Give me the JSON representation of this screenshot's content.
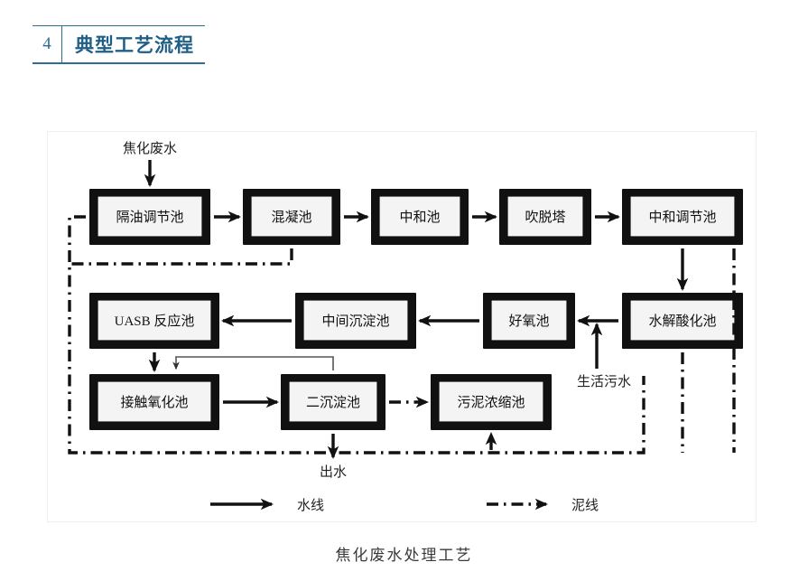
{
  "header": {
    "number": "4",
    "title": "典型工艺流程"
  },
  "figure": {
    "caption": "焦化废水处理工艺",
    "nodes": [
      {
        "id": "oil-separation-regulating-tank",
        "label": "隔油调节池"
      },
      {
        "id": "coagulation-tank",
        "label": "混凝池"
      },
      {
        "id": "neutralization-tank",
        "label": "中和池"
      },
      {
        "id": "stripping-tower",
        "label": "吹脱塔"
      },
      {
        "id": "neutralization-regulating-tank",
        "label": "中和调节池"
      },
      {
        "id": "hydrolysis-acidification-tank",
        "label": "水解酸化池"
      },
      {
        "id": "aerobic-tank",
        "label": "好氧池"
      },
      {
        "id": "intermediate-sedimentation-tank",
        "label": "中间沉淀池"
      },
      {
        "id": "uasb-reactor",
        "label": "UASB 反应池"
      },
      {
        "id": "contact-oxidation-tank",
        "label": "接触氧化池"
      },
      {
        "id": "secondary-sedimentation-tank",
        "label": "二沉淀池"
      },
      {
        "id": "sludge-thickening-tank",
        "label": "污泥浓缩池"
      }
    ],
    "free_labels": [
      {
        "id": "influent",
        "label": "焦化废水"
      },
      {
        "id": "domestic-sewage",
        "label": "生活污水"
      },
      {
        "id": "effluent",
        "label": "出水"
      }
    ],
    "legend": [
      {
        "id": "water-line",
        "label": "水线",
        "style": "solid"
      },
      {
        "id": "sludge-line",
        "label": "泥线",
        "style": "dash-dot"
      }
    ]
  },
  "colors": {
    "accent": "#2e6d96",
    "title": "#1f5f86",
    "line": "#111111",
    "box_fill": "#f4f4f4",
    "page_bg": "#ffffff"
  }
}
